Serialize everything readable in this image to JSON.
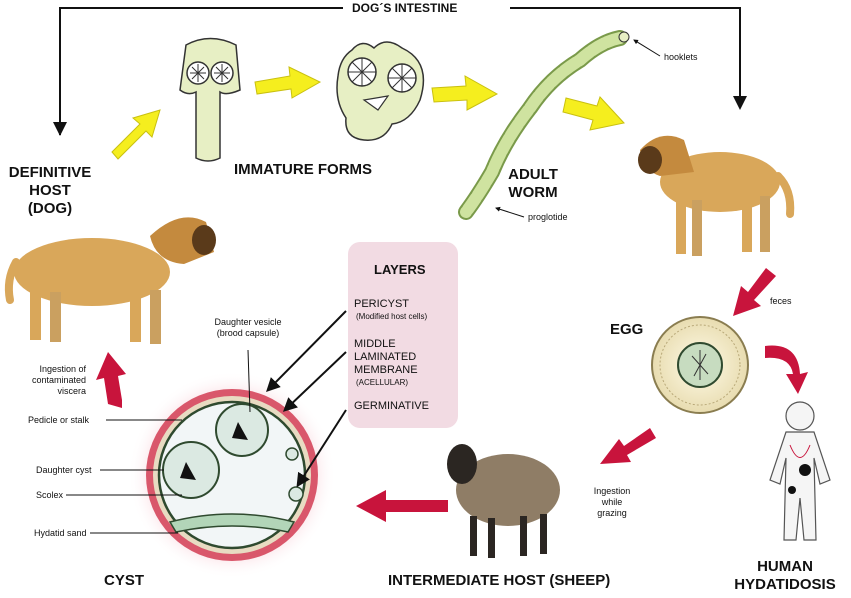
{
  "top_label": "DOG´S INTESTINE",
  "definitive_host": "DEFINITIVE\nHOST\n(DOG)",
  "immature_forms": "IMMATURE FORMS",
  "adult_worm": "ADULT\nWORM",
  "hooklets": "hooklets",
  "proglotide": "proglotide",
  "feces": "feces",
  "egg": "EGG",
  "layers": {
    "title": "LAYERS",
    "pericyst": "PERICYST",
    "pericyst_note": "(Modified host cells)",
    "middle": "MIDDLE\nLAMINATED\nMEMBRANE",
    "middle_note": "(ACELLULAR)",
    "germinative": "GERMINATIVE"
  },
  "daughter_vesicle": "Daughter vesicle\n(brood capsule)",
  "ingestion_viscera": "Ingestion of\ncontaminated\nviscera",
  "pedicle": "Pedicle or stalk",
  "daughter_cyst": "Daughter cyst",
  "scolex": "Scolex",
  "hydatid_sand": "Hydatid sand",
  "cyst": "CYST",
  "ingestion_grazing": "Ingestion\nwhile\ngrazing",
  "intermediate_host": "INTERMEDIATE HOST (SHEEP)",
  "human": "HUMAN\nHYDATIDOSIS",
  "colors": {
    "yellow_arrow": "#f5ee1e",
    "red_arrow": "#c8143c",
    "layers_box": "#f2dbe3",
    "dog_coat": "#d9a75a"
  }
}
